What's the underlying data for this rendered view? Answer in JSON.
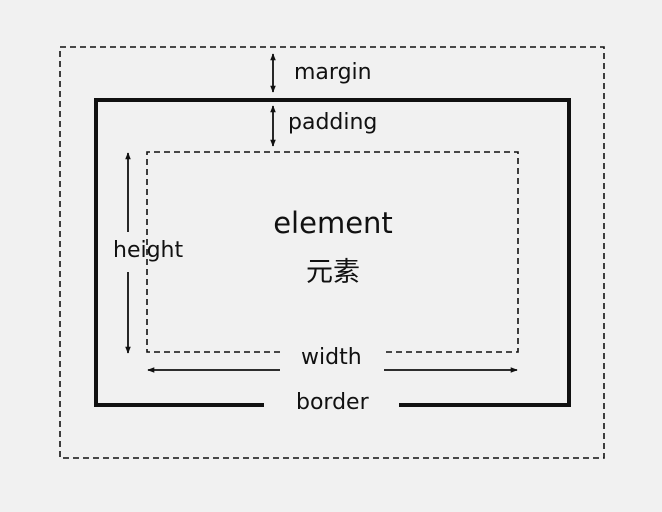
{
  "labels": {
    "margin": "margin",
    "padding": "padding",
    "height": "height",
    "width": "width",
    "border": "border",
    "element": "element",
    "element_cn": "元素"
  }
}
